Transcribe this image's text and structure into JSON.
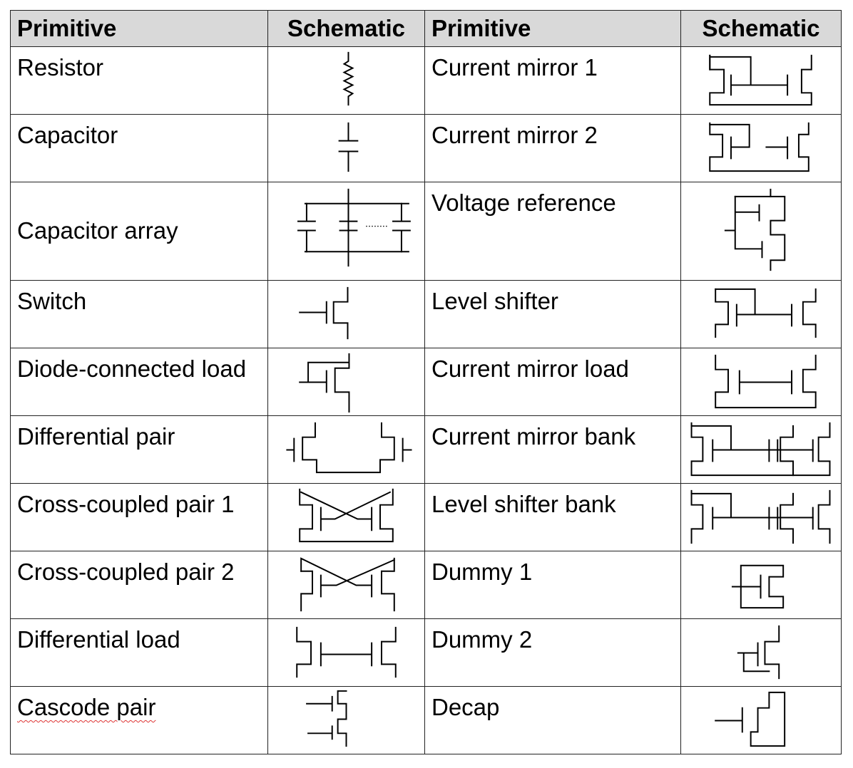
{
  "headers": [
    "Primitive",
    "Schematic",
    "Primitive",
    "Schematic"
  ],
  "rows": [
    {
      "left": "Resistor",
      "left_icon": "resistor-symbol-icon",
      "right": "Current mirror 1",
      "right_icon": "current-mirror-1-symbol-icon"
    },
    {
      "left": "Capacitor",
      "left_icon": "capacitor-symbol-icon",
      "right": "Current mirror 2",
      "right_icon": "current-mirror-2-symbol-icon"
    },
    {
      "left": "Capacitor array",
      "left_icon": "capacitor-array-symbol-icon",
      "right": "Voltage reference",
      "right_icon": "voltage-reference-symbol-icon"
    },
    {
      "left": "Switch",
      "left_icon": "switch-symbol-icon",
      "right": "Level shifter",
      "right_icon": "level-shifter-symbol-icon"
    },
    {
      "left": "Diode-connected load",
      "left_icon": "diode-connected-load-symbol-icon",
      "right": "Current mirror load",
      "right_icon": "current-mirror-load-symbol-icon"
    },
    {
      "left": "Differential pair",
      "left_icon": "differential-pair-symbol-icon",
      "right": "Current mirror bank",
      "right_icon": "current-mirror-bank-symbol-icon"
    },
    {
      "left": "Cross-coupled pair 1",
      "left_icon": "cross-coupled-pair-1-symbol-icon",
      "right": "Level shifter bank",
      "right_icon": "level-shifter-bank-symbol-icon"
    },
    {
      "left": "Cross-coupled pair 2",
      "left_icon": "cross-coupled-pair-2-symbol-icon",
      "right": "Dummy 1",
      "right_icon": "dummy-1-symbol-icon"
    },
    {
      "left": "Differential load",
      "left_icon": "differential-load-symbol-icon",
      "right": "Dummy 2",
      "right_icon": "dummy-2-symbol-icon"
    },
    {
      "left": "Cascode pair",
      "left_icon": "cascode-pair-symbol-icon",
      "right": "Decap",
      "right_icon": "decap-symbol-icon"
    }
  ]
}
